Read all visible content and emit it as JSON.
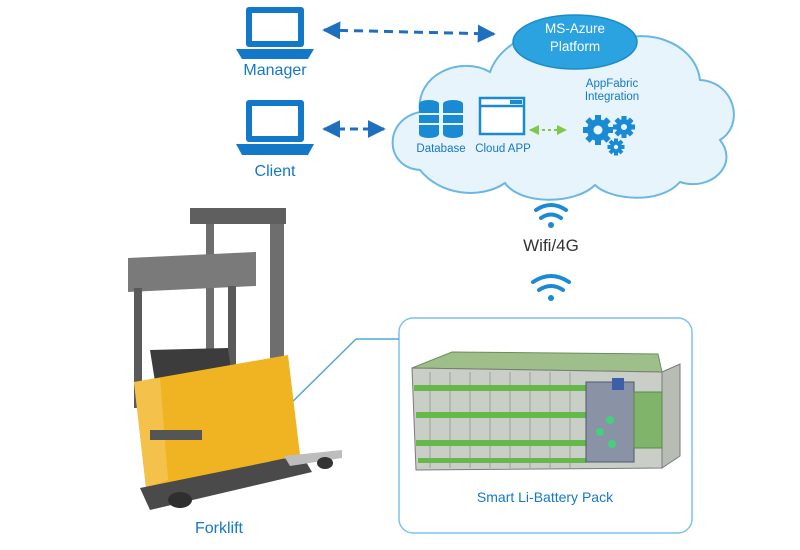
{
  "nodes": {
    "manager": {
      "label": "Manager"
    },
    "client": {
      "label": "Client"
    },
    "cloud_platform": {
      "line1": "MS-Azure",
      "line2": "Platform"
    },
    "database": {
      "label": "Database"
    },
    "cloud_app": {
      "label": "Cloud APP"
    },
    "appfabric": {
      "line1": "AppFabric",
      "line2": "Integration"
    },
    "wireless": {
      "label": "Wifi/4G"
    },
    "battery_pack": {
      "label": "Smart Li-Battery Pack"
    },
    "forklift": {
      "label": "Forklift"
    }
  },
  "colors": {
    "accent": "#1478c8",
    "cloud_fill": "#e7f4fc",
    "cloud_border": "#6ab7e2",
    "platform_fill": "#2aa3e0",
    "arrow": "#1f6fbf",
    "cloud_link": "#7ec94a",
    "forklift_yellow": "#f0b322",
    "forklift_grey": "#6e6e6e",
    "battery_green": "#66b84a"
  },
  "icons": {
    "manager": "laptop-icon",
    "client": "laptop-icon",
    "database": "database-icon",
    "cloud_app": "app-window-icon",
    "appfabric": "gears-icon",
    "wireless": "wifi-icon"
  }
}
